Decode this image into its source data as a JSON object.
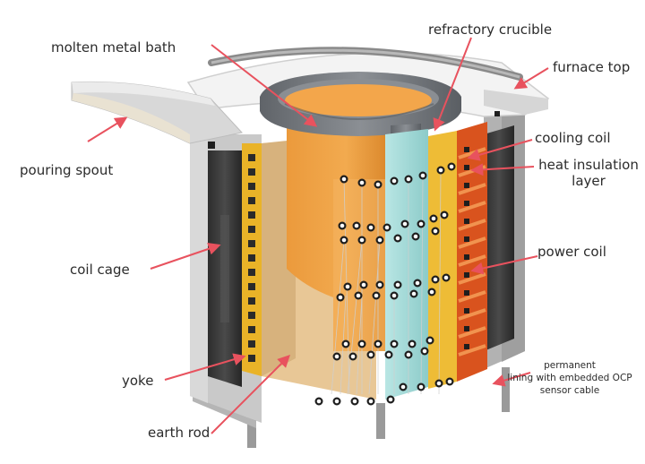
{
  "labels": {
    "molten_metal_bath": "molten metal bath",
    "refractory_crucible": "refractory crucible",
    "furnace_top": "furnace top",
    "pouring_spout": "pouring spout",
    "cooling_coil": "cooling coil",
    "heat_insulation_layer_line1": "heat insulation",
    "heat_insulation_layer_line2": "layer",
    "coil_cage": "coil cage",
    "power_coil": "power coil",
    "yoke": "yoke",
    "earth_rod": "earth rod",
    "permanent_lining_line1": "permanent",
    "permanent_lining_line2": "lining with embedded OCP",
    "permanent_lining_line3": "sensor cable"
  },
  "colors": {
    "arrow": "#e8525e",
    "label_text": "#2b2b2b",
    "molten_metal": "#f0a347",
    "power_coil": "#d9531e",
    "cooling_coil": "#e9b328",
    "lining": "#9fd6d4",
    "housing": "#cfcfcf",
    "crucible": "#777b80"
  }
}
